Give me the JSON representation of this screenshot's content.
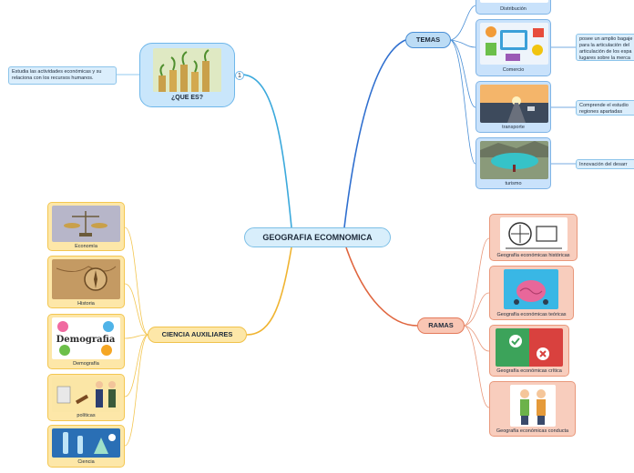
{
  "central": "GEOGRAFIA ECOMNOMICA",
  "quees": {
    "label": "¿QUE ES?",
    "toggle": "1",
    "note": "Estudia las actividades económicas y su relaciona con los recursos humanos."
  },
  "temas": {
    "label": "TEMAS",
    "items": [
      {
        "label": "Distribución"
      },
      {
        "label": "Comercio",
        "note": "posee un amplio bagaje para la articulación del articulación de los espa lugares sobre la merca"
      },
      {
        "label": "transporte",
        "note": "Comprende el estudio regiones apartadas"
      },
      {
        "label": "turismo",
        "note": "Innovación del desarr"
      }
    ]
  },
  "ramas": {
    "label": "RAMAS",
    "items": [
      {
        "label": "Geografía económicas históricas"
      },
      {
        "label": "Geografía económicas teóricas"
      },
      {
        "label": "Geografía económicas crítica"
      },
      {
        "label": "Geografía económicas conducta"
      }
    ]
  },
  "auxiliares": {
    "label": "CIENCIA AUXILIARES",
    "items": [
      {
        "label": "Economía"
      },
      {
        "label": "Historia"
      },
      {
        "label": "Demografía",
        "picture_text": "Demografia"
      },
      {
        "label": "políticas"
      },
      {
        "label": "Ciencia"
      }
    ]
  },
  "colors": {
    "blue": "#4a8fd6",
    "light_blue": "#3ba9dc",
    "orange": "#f0b431",
    "salmon": "#e0663f"
  }
}
